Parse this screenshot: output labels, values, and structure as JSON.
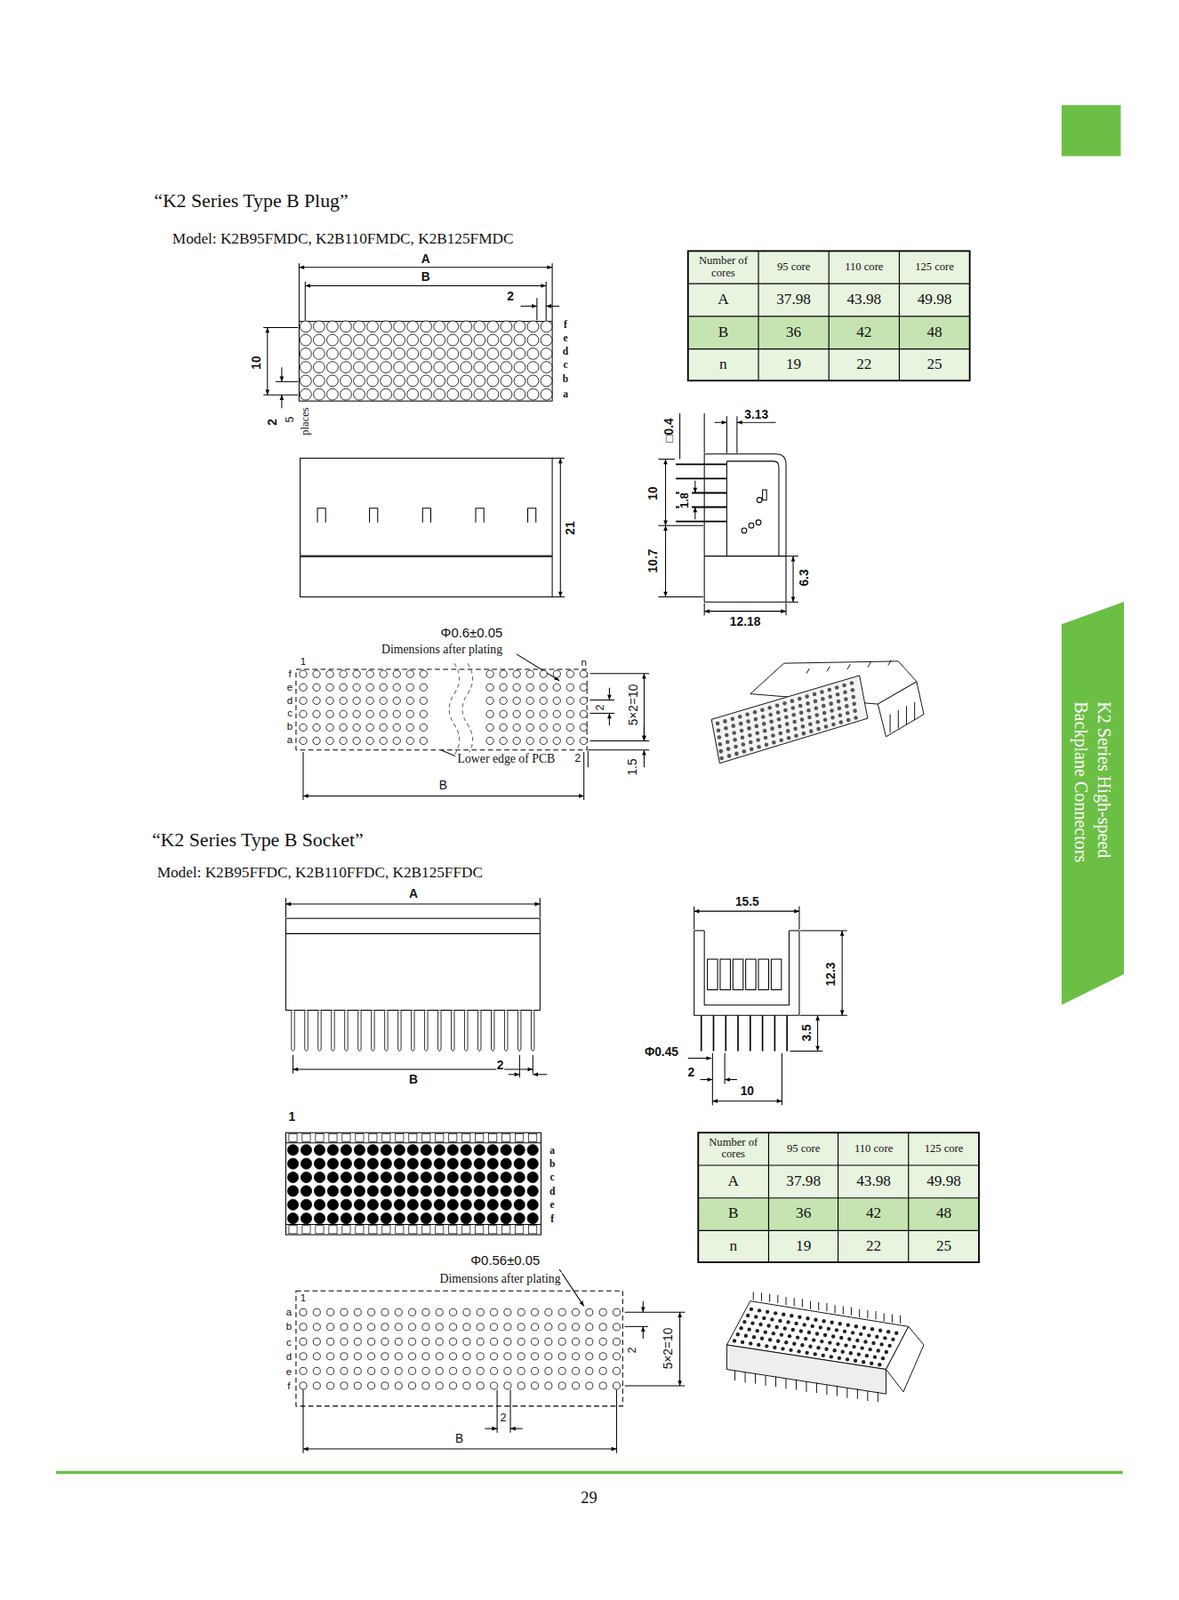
{
  "diagram": {
    "nodes": [
      {
        "text": [
          "K2 Series High-speed Backplane Connectors"
        ]
      }
    ],
    "labels": [
      "“K2 Series Type B Plug”",
      "Model: K2B95FMDC, K2B110FMDC, K2B125FMDC",
      "A",
      "B",
      "2",
      "f",
      "e",
      "d",
      "c",
      "b",
      "a",
      "10",
      "2",
      "5",
      "places",
      "Number of cores",
      "95 core",
      "110 core",
      "125 core",
      "A",
      "37.98",
      "43.98",
      "49.98",
      "B",
      "36",
      "42",
      "48",
      "n",
      "19",
      "22",
      "25",
      "□0.4",
      "3.13",
      "10",
      "1.8",
      "10.7",
      "6.3",
      "12.18",
      "21",
      "Φ0.6±0.05",
      "Dimensions after plating",
      "1",
      "n",
      "f",
      "e",
      "d",
      "c",
      "b",
      "a",
      "2",
      "5×2=10",
      "Lower edge of PCB",
      "2",
      "1.5",
      "B",
      "“K2 Series Type B Socket”",
      "Model: K2B95FFDC, K2B110FFDC, K2B125FFDC",
      "A",
      "B",
      "2",
      "15.5",
      "12.3",
      "3.5",
      "Φ0.45",
      "2",
      "10",
      "1",
      "a",
      "b",
      "c",
      "d",
      "e",
      "f",
      "Number of cores",
      "95 core",
      "110 core",
      "125 core",
      "A",
      "37.98",
      "43.98",
      "49.98",
      "B",
      "36",
      "42",
      "48",
      "n",
      "19",
      "22",
      "25",
      "Φ0.56±0.05",
      "Dimensions after plating",
      "1",
      "a",
      "b",
      "c",
      "d",
      "e",
      "f",
      "2",
      "5×2=10",
      "2",
      "B",
      "29"
    ]
  }
}
